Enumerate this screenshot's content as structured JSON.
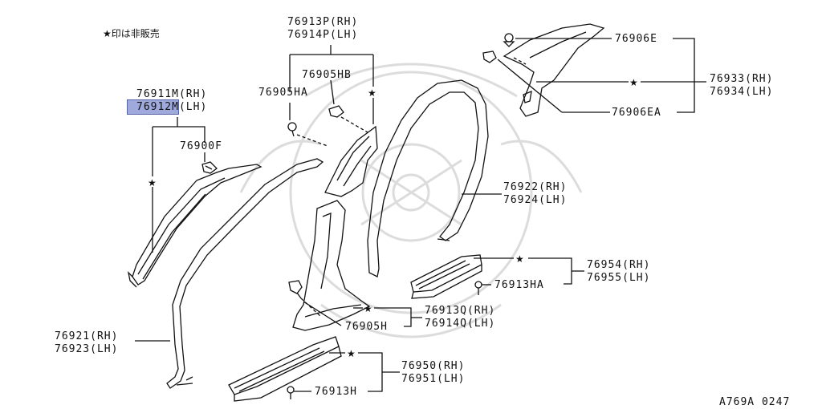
{
  "note": "★印は非販売",
  "star": "★",
  "labels": {
    "p76913P": "76913P(RH)",
    "p76914P": "76914P(LH)",
    "p76905HB": "76905HB",
    "p76905HA": "76905HA",
    "p76911M": "76911M(RH)",
    "p76912M": "76912M(LH)",
    "p76900F": "76900F",
    "p76906E": "76906E",
    "p76933": "76933(RH)",
    "p76934": "76934(LH)",
    "p76906EA": "76906EA",
    "p76922": "76922(RH)",
    "p76924": "76924(LH)",
    "p76954": "76954(RH)",
    "p76955": "76955(LH)",
    "p76913HA": "76913HA",
    "p76913Q": "76913Q(RH)",
    "p76914Q": "76914Q(LH)",
    "p76905H": "76905H",
    "p76921": "76921(RH)",
    "p76923": "76923(LH)",
    "p76950": "76950(RH)",
    "p76951": "76951(LH)",
    "p76913H": "76913H"
  },
  "diagram_id": "A769A 0247",
  "colors": {
    "highlight": "#8f9bd6",
    "line": "#111111",
    "watermark": "#d9d9d9"
  }
}
